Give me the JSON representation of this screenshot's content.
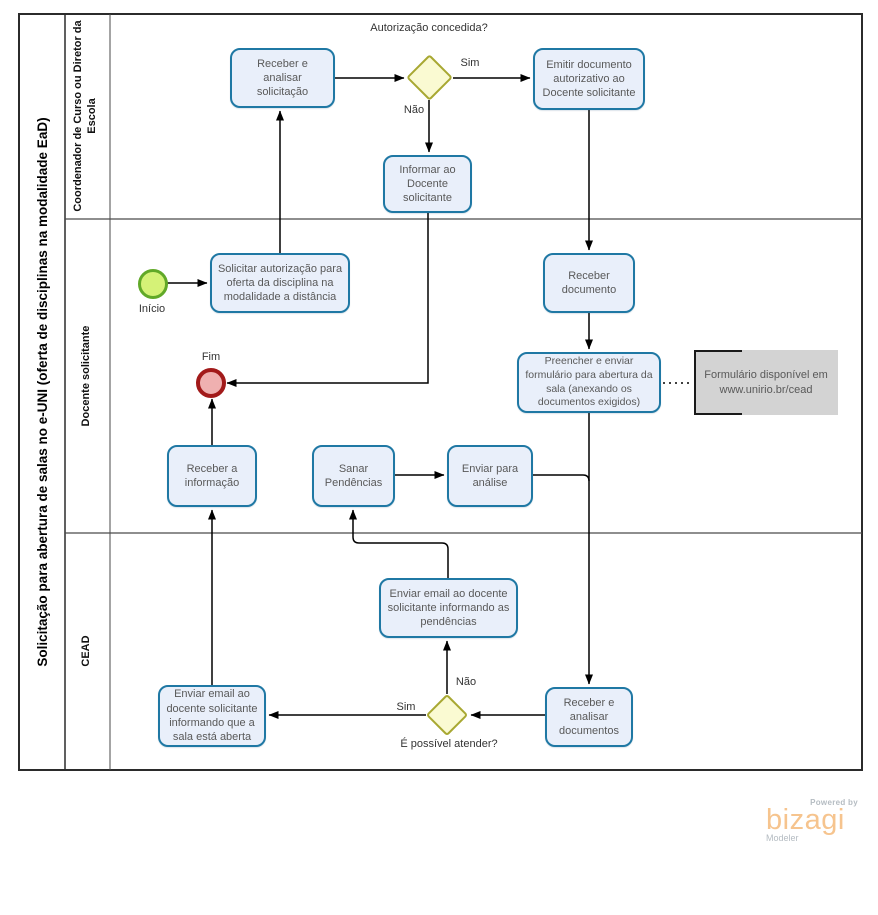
{
  "pool": {
    "title": "Solicitação para abertura de salas no e-UNI (oferta de disciplinas na modalidade EaD)"
  },
  "lanes": {
    "coordenador": {
      "label": "Coordenador de Curso ou Diretor da Escola"
    },
    "docente": {
      "label": "Docente  solicitante"
    },
    "cead": {
      "label": "CEAD"
    }
  },
  "events": {
    "inicio": {
      "label": "Início"
    },
    "fim": {
      "label": "Fim"
    }
  },
  "gateways": {
    "autorizacao": {
      "label": "Autorização concedida?",
      "yes": "Sim",
      "no": "Não"
    },
    "atender": {
      "label": "É possível atender?",
      "yes": "Sim",
      "no": "Não"
    }
  },
  "tasks": {
    "receber_analisar_solicitacao": "Receber  e analisar solicitação",
    "emitir_documento": "Emitir documento autorizativo ao Docente solicitante",
    "informar_docente": "Informar ao Docente solicitante",
    "solicitar_autorizacao": "Solicitar autorização para oferta da disciplina na modalidade a distância",
    "receber_documento": "Receber documento",
    "preencher_enviar": "Preencher e enviar formulário para abertura da sala (anexando os documentos exigidos)",
    "receber_informacao": "Receber a informação",
    "sanar_pendencias": "Sanar Pendências",
    "enviar_analise": "Enviar para análise",
    "enviar_email_pendencias": "Enviar email ao docente solicitante informando as pendências",
    "enviar_email_sala_aberta": "Enviar email ao docente solicitante informando que a sala está aberta",
    "receber_analisar_documentos": "Receber e analisar documentos"
  },
  "annotation": {
    "text": "Formulário disponível em www.unirio.br/cead"
  },
  "logo": {
    "powered_by": "Powered by",
    "brand": "bizagi",
    "modeler": "Modeler"
  },
  "colors": {
    "task_fill": "#e9effa",
    "task_border": "#1f78a4",
    "gateway_fill": "#fafad2",
    "gateway_border": "#a8a832",
    "start_fill": "#d5f277",
    "start_border": "#61a928",
    "end_fill": "#efb0b0",
    "end_border": "#a21a1a",
    "annotation_fill": "#d3d3d3",
    "brand_orange": "#f6c48e"
  }
}
